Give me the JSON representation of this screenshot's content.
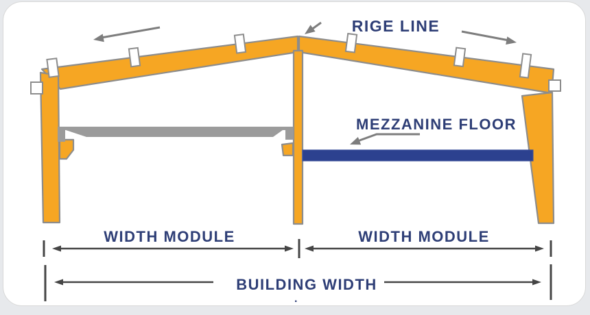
{
  "labels": {
    "ridge_line": "RIGE LINE",
    "mezzanine_floor": "MEZZANINE FLOOR",
    "width_module_left": "WIDTH MODULE",
    "width_module_right": "WIDTH MODULE",
    "building_width": "BUILDING WIDTH",
    "stray_period": "."
  },
  "colors": {
    "frame_orange": "#F6A623",
    "outline_gray": "#8C8C8C",
    "mezzanine_beam_gray": "#9B9B9B",
    "mezzanine_floor_blue": "#2C418F",
    "label_navy": "#2E3E76",
    "arrow_gray": "#7D7D7D",
    "dimension_dark": "#454545",
    "card_border": "#D8D8D8",
    "card_background": "#FFFFFF",
    "page_background": "#E7E9EC"
  },
  "icons": [
    "roof-slope-arrow-left-icon",
    "roof-slope-arrow-right-icon",
    "ridge-pointer-arrow-icon",
    "mezzanine-pointer-arrow-icon",
    "dimension-arrow-icon"
  ]
}
